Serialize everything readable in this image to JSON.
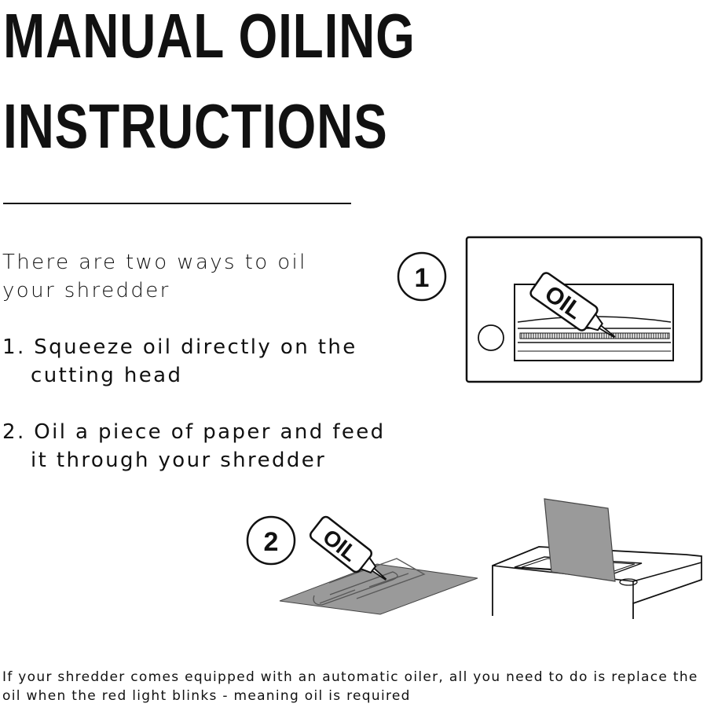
{
  "title": {
    "line1": "MANUAL OILING",
    "line2": "INSTRUCTIONS"
  },
  "intro": {
    "line1": "There are two ways to oil",
    "line2": "your shredder"
  },
  "steps": [
    "1. Squeeze oil directly on the cutting head",
    "2. Oil a piece of paper and feed it through your shredder"
  ],
  "illustration": {
    "step1_number": "1",
    "step2_number": "2",
    "bottle_label": "OIL",
    "bottle_label_2": "OIL"
  },
  "footer": "If your shredder comes equipped with an automatic oiler, all you need to do is replace the oil when the red light blinks - meaning oil is required",
  "colors": {
    "text": "#111111",
    "paper_gray": "#9a9a9a",
    "background": "#ffffff"
  }
}
